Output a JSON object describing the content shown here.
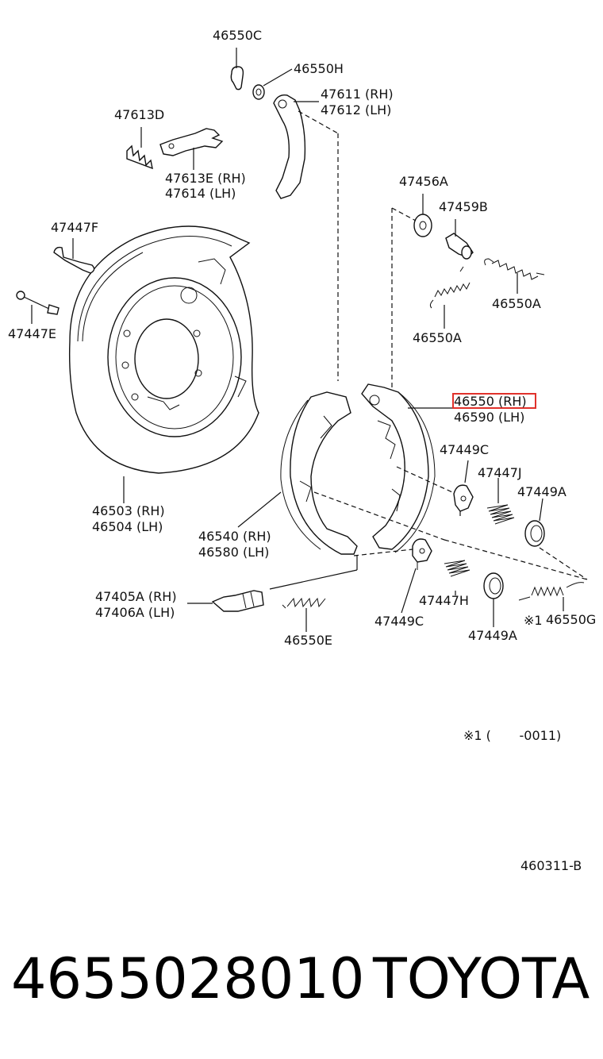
{
  "labels": {
    "p46550C": "46550C",
    "p46550H": "46550H",
    "p47611": "47611 (RH)",
    "p47612": "47612 (LH)",
    "p47613D": "47613D",
    "p47613E": "47613E (RH)",
    "p47614": "47614   (LH)",
    "p47456A": "47456A",
    "p47459B": "47459B",
    "p47447F": "47447F",
    "p46550A_1": "46550A",
    "p47447E": "47447E",
    "p46550A_2": "46550A",
    "p46550RH": "46550 (RH)",
    "p46590LH": "46590 (LH)",
    "p47449C_1": "47449C",
    "p47447J": "47447J",
    "p47449A_1": "47449A",
    "p46503": "46503 (RH)",
    "p46504": "46504 (LH)",
    "p46540": "46540 (RH)",
    "p46580": "46580 (LH)",
    "p47405A": "47405A (RH)",
    "p47406A": "47406A (LH)",
    "p47447H": "47447H",
    "p47449C_2": "47449C",
    "p46550G": "46550G",
    "note1": "※1",
    "p46550E": "46550E",
    "p47449A_2": "47449A",
    "range_note": "※1 (       -0011)",
    "diagram_code": "460311-B"
  },
  "highlight_color": "#e0312b",
  "footer": {
    "part_number": "4655028010",
    "brand": "TOYOTA"
  }
}
